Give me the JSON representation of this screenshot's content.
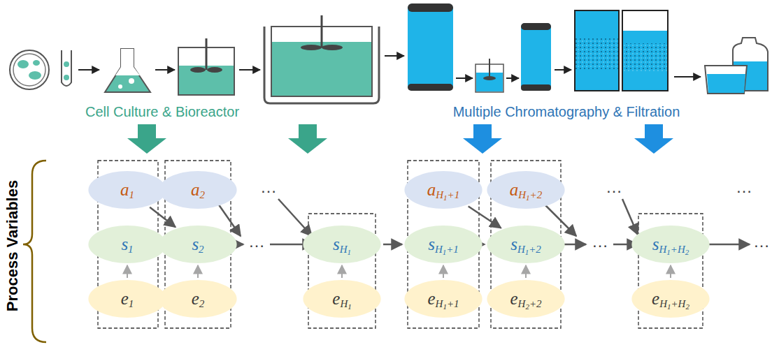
{
  "diagram": {
    "nodes": [
      {
        "text": [
          "a1"
        ]
      },
      {
        "text": [
          "s1"
        ]
      },
      {
        "text": [
          "e1"
        ]
      },
      {
        "text": [
          "a2"
        ]
      },
      {
        "text": [
          "s2"
        ]
      },
      {
        "text": [
          "e2"
        ]
      },
      {
        "text": [
          "sH1"
        ]
      },
      {
        "text": [
          "eH1"
        ]
      },
      {
        "text": [
          "aH1+1"
        ]
      },
      {
        "text": [
          "sH1+1"
        ]
      },
      {
        "text": [
          "eH1+1"
        ]
      },
      {
        "text": [
          "aH1+2"
        ]
      },
      {
        "text": [
          "sH1+2"
        ]
      },
      {
        "text": [
          "eH2+2"
        ]
      },
      {
        "text": [
          "sH1+H2"
        ]
      },
      {
        "text": [
          "eH1+H2"
        ]
      }
    ],
    "edges": [
      {
        "from": 2,
        "to": 1,
        "arrow": "to"
      },
      {
        "from": 0,
        "to": 4,
        "arrow": "to"
      },
      {
        "from": 1,
        "to": 4,
        "arrow": "to"
      },
      {
        "from": 5,
        "to": 4,
        "arrow": "to"
      },
      {
        "from": 7,
        "to": 6,
        "arrow": "to"
      },
      {
        "from": 6,
        "to": 9,
        "arrow": "to"
      },
      {
        "from": 10,
        "to": 9,
        "arrow": "to"
      },
      {
        "from": 8,
        "to": 12,
        "arrow": "to"
      },
      {
        "from": 9,
        "to": 12,
        "arrow": "to"
      },
      {
        "from": 13,
        "to": 12,
        "arrow": "to"
      },
      {
        "from": 15,
        "to": 14,
        "arrow": "to"
      }
    ],
    "labels": [
      "Cell Culture & Bioreactor",
      "Multiple Chromatography & Filtration",
      "Process Variables",
      "…",
      "…",
      "…",
      "…",
      "…",
      "…"
    ]
  }
}
